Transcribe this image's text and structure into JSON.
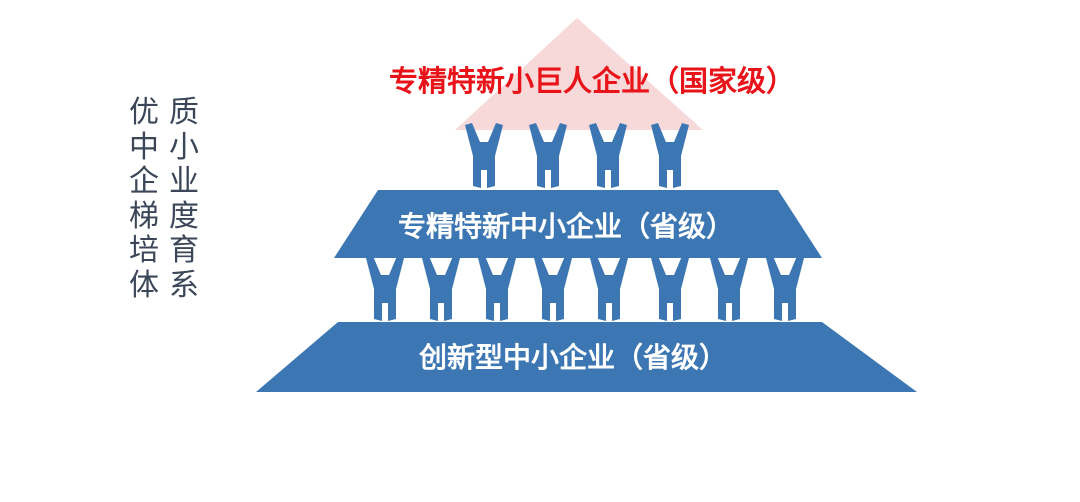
{
  "side_title": {
    "left_column": [
      "优",
      "中",
      "企",
      "梯",
      "培",
      "体"
    ],
    "right_column": [
      "质",
      "小",
      "业",
      "度",
      "育",
      "系"
    ]
  },
  "pyramid": {
    "top_tier": {
      "label": "专精特新小巨人企业（国家级）",
      "color": "#e8141a"
    },
    "middle_tier": {
      "label": "专精特新中小企业（省级）",
      "color": "#ffffff"
    },
    "bottom_tier": {
      "label": "创新型中小企业（省级）",
      "color": "#ffffff"
    }
  },
  "colors": {
    "tier_fill": "#3c76b3",
    "top_triangle": "#f7d9d9",
    "people": "#3c76b3",
    "side_text": "#3b4658"
  }
}
